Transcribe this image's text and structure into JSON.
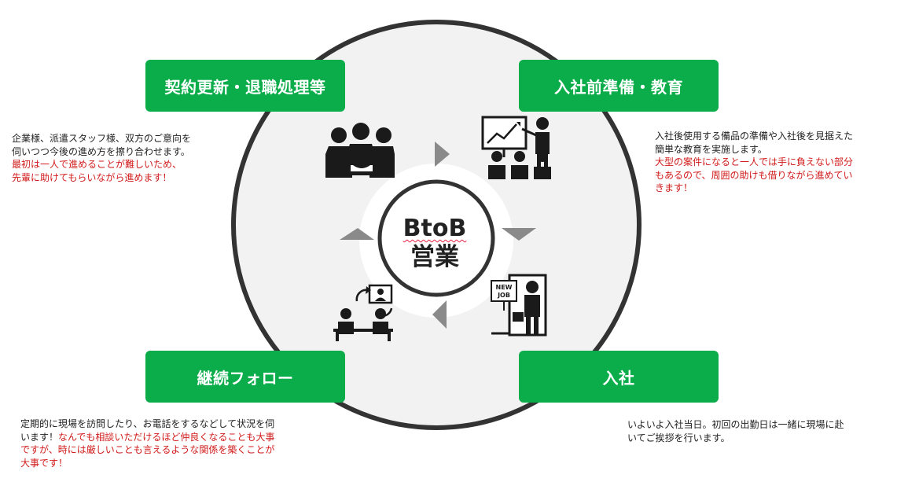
{
  "center": {
    "line1": "BtoB",
    "line2": "営業"
  },
  "phases": {
    "contract": {
      "label": "契約更新・退職処理等",
      "desc_line1": "企業様、派遣スタッフ様、双方のご意向を",
      "desc_line2": "伺いつつ今後の進め方を擦り合わせます。",
      "desc_red_line1": "最初は一人で進めることが難しいため、",
      "desc_red_line2": "先輩に助けてもらいながら進めます！"
    },
    "prep": {
      "label": "入社前準備・教育",
      "desc_line1": "入社後使用する備品の準備や入社後を見据えた",
      "desc_line2": "簡単な教育を実施します。",
      "desc_red_line1": "大型の案件になると一人では手に負えない部分",
      "desc_red_line2": "もあるので、周囲の助けも借りながら進めてい",
      "desc_red_line3": "きます！"
    },
    "follow": {
      "label": "継続フォロー",
      "desc_line1": "定期的に現場を訪問したり、お電話をするなどして状況を伺",
      "desc_line2_plain": "います！",
      "desc_line2_red": "なんでも相談いただけるほど仲良くなることも大事",
      "desc_red_line3": "ですが、時には厳しいことも言えるような関係を築くことが",
      "desc_red_line4": "大事です！"
    },
    "join": {
      "label": "入社",
      "desc_line1": "いよいよ入社当日。初回の出勤日は一緒に現場に赴",
      "desc_line2": "いてご挨拶を行います。"
    }
  },
  "icons": {
    "contract": "handshake-people-icon",
    "prep": "presentation-training-icon",
    "join": "new-job-door-icon",
    "follow": "meeting-consultation-icon"
  },
  "sign_text": {
    "line1": "NEW",
    "line2": "JOB"
  },
  "colors": {
    "accent": "#0aad4a",
    "emphasis": "#d11a1a",
    "ring": "#333333",
    "disc": "#f2f2f2",
    "arrow": "#8a8a8a"
  }
}
